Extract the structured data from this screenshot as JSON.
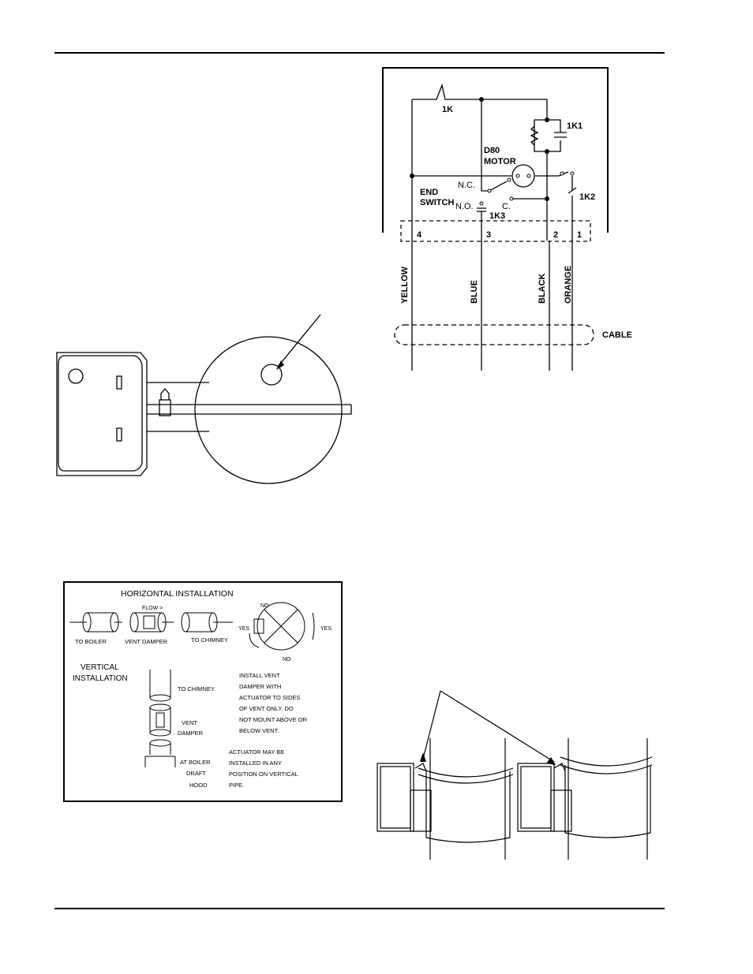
{
  "wiring": {
    "labels": {
      "relay_1k": "1K",
      "contact_1k1": "1K1",
      "motor_line1": "D80",
      "motor_line2": "MOTOR",
      "nc": "N.C.",
      "end_switch_line1": "END",
      "end_switch_line2": "SWITCH",
      "no": "N.O.",
      "c": "C.",
      "contact_1k2": "1K2",
      "contact_1k3": "1K3",
      "cable": "CABLE"
    },
    "terminals": [
      "4",
      "3",
      "2",
      "1"
    ],
    "wires": [
      "YELLOW",
      "BLUE",
      "BLACK",
      "ORANGE"
    ]
  },
  "installation": {
    "horizontal_title": "HORIZONTAL INSTALLATION",
    "flow": "FLOW >",
    "to_boiler": "TO BOILER",
    "vent_damper": "VENT DAMPER",
    "to_chimney": "TO CHIMNEY",
    "yes": "YES",
    "no": "NO",
    "vertical_title_line1": "VERTICAL",
    "vertical_title_line2": "INSTALLATION",
    "v_to_chimney": "TO CHIMNEY",
    "v_vent": "VENT",
    "v_damper": "DAMPER",
    "at_boiler_line1": "AT BOILER",
    "at_boiler_line2": "DRAFT",
    "at_boiler_line3": "HOOD",
    "note1": [
      "INSTALL VENT",
      "DAMPER WITH",
      "ACTUATOR TO SIDES",
      "OF VENT ONLY. DO",
      "NOT MOUNT ABOVE OR",
      "BELOW VENT."
    ],
    "note2": [
      "ACTUATOR MAY BE",
      "INSTALLED IN ANY",
      "POSITION ON VERTICAL",
      "PIPE."
    ]
  }
}
